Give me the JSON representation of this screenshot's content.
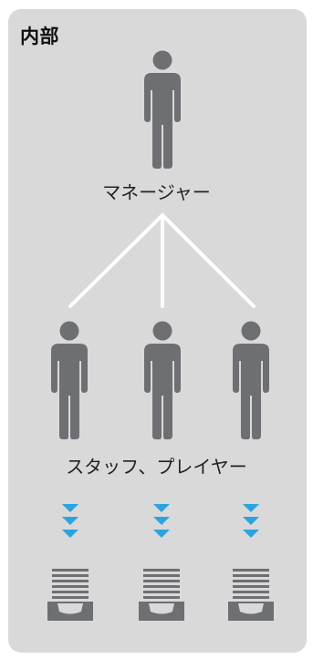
{
  "panel": {
    "title": "内部",
    "background": "#d9d9d9"
  },
  "manager": {
    "label": "マネージャー",
    "icon": "person-icon"
  },
  "staff": {
    "label": "スタッフ、プレイヤー",
    "count": 3,
    "icon": "person-icon"
  },
  "flow": {
    "arrow_icon": "triangle-down-icon",
    "arrow_color": "#2aa4e0",
    "arrows_per_column": 3
  },
  "output": {
    "icon": "document-tray-icon"
  },
  "colors": {
    "person": "#6d6f72",
    "connector": "#ffffff",
    "tray": "#6d6f72"
  }
}
